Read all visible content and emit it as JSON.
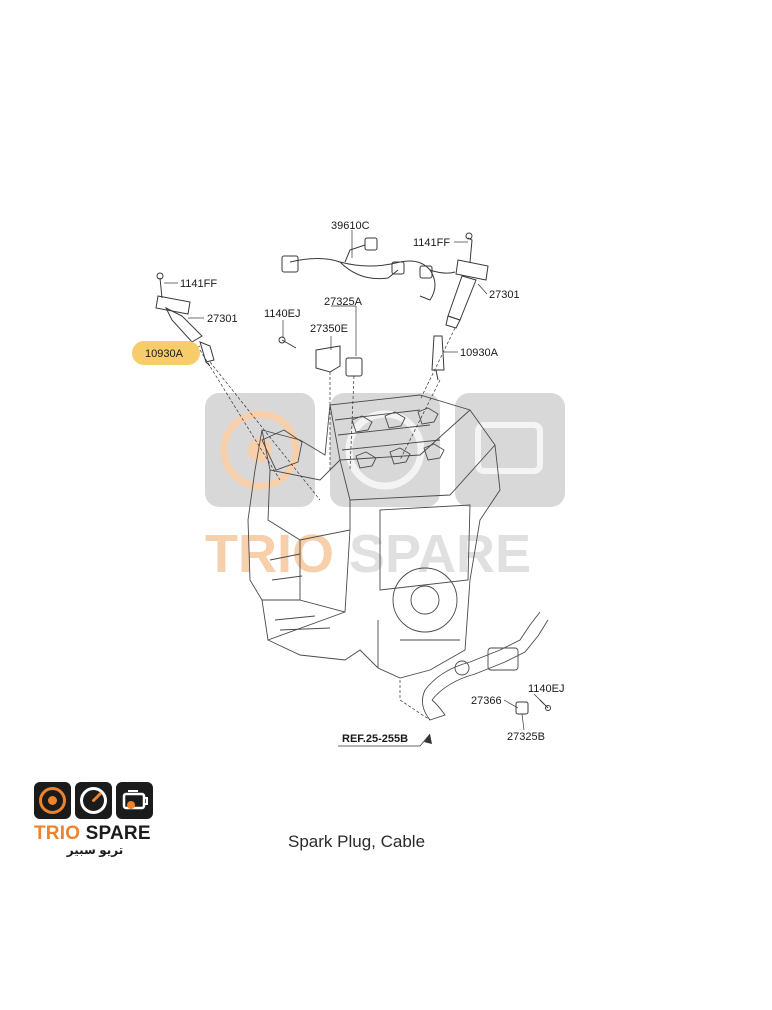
{
  "diagram": {
    "labels": {
      "p39610c": "39610C",
      "p1141ff_right": "1141FF",
      "p27301_right": "27301",
      "p1141ff_left": "1141FF",
      "p27301_left": "27301",
      "p1140ej_top": "1140EJ",
      "p27325a": "27325A",
      "p27350e": "27350E",
      "p10930a_left": "10930A",
      "p10930a_right": "10930A",
      "p1140ej_bottom": "1140EJ",
      "p27366": "27366",
      "p27325b": "27325B",
      "ref": "REF.25-255B"
    },
    "highlight_color": "#f6cd6a"
  },
  "watermark": {
    "text": "TRIO SPARE",
    "color": "#c8c8c8",
    "accent": "#f2a865"
  },
  "logo": {
    "brand_a": "TRIO",
    "brand_b": "SPARE",
    "arabic": "تريو سبير",
    "accent_color": "#f0822b",
    "dark_color": "#1b1b1b"
  },
  "caption": "Spark Plug, Cable"
}
